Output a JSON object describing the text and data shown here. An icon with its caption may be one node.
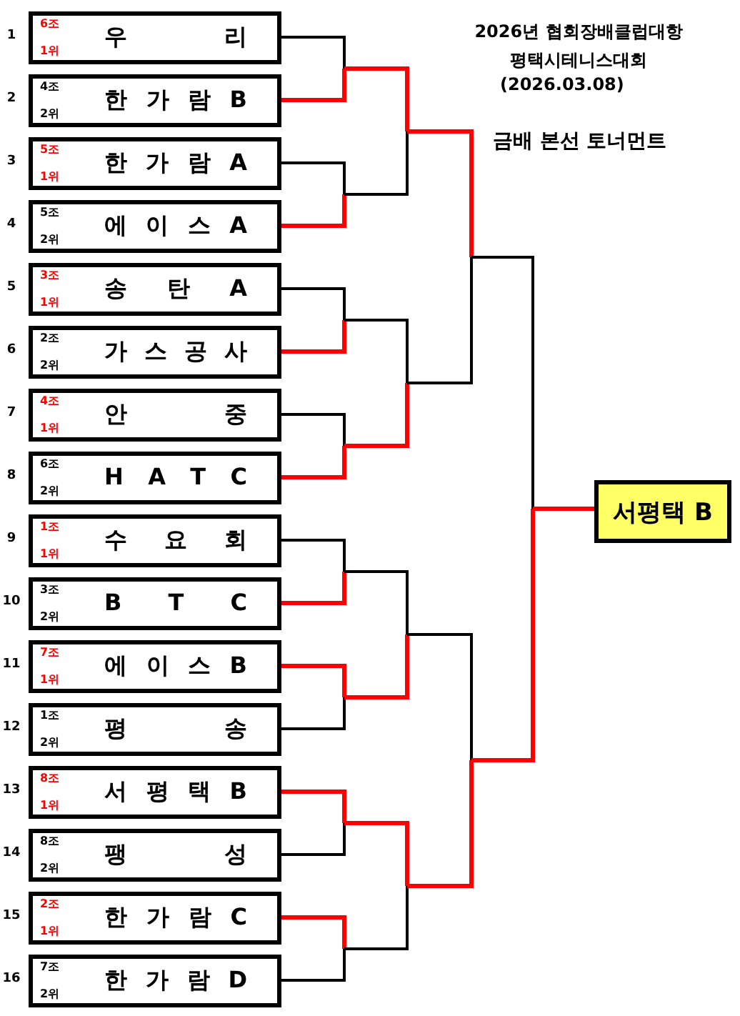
{
  "diagram": {
    "title": "2026년 협회장배클럽대항 평택시테니스대회",
    "nodes": [
      {
        "text": [
          "6조",
          "1위",
          "우 리"
        ],
        "beside": [
          "1"
        ]
      },
      {
        "text": [
          "4조",
          "2위",
          "한 가 람 B"
        ],
        "beside": [
          "2"
        ]
      },
      {
        "text": [
          "5조",
          "1위",
          "한 가 람 A"
        ],
        "beside": [
          "3"
        ]
      },
      {
        "text": [
          "5조",
          "2위",
          "에 이 스 A"
        ],
        "beside": [
          "4"
        ]
      },
      {
        "text": [
          "3조",
          "1위",
          "송 탄 A"
        ],
        "beside": [
          "5"
        ]
      },
      {
        "text": [
          "2조",
          "2위",
          "가 스 공 사"
        ],
        "beside": [
          "6"
        ]
      },
      {
        "text": [
          "4조",
          "1위",
          "안 중"
        ],
        "beside": [
          "7"
        ]
      },
      {
        "text": [
          "6조",
          "2위",
          "H A T C"
        ],
        "beside": [
          "8"
        ]
      },
      {
        "text": [
          "1조",
          "1위",
          "수 요 회"
        ],
        "beside": [
          "9"
        ]
      },
      {
        "text": [
          "3조",
          "2위",
          "B T C"
        ],
        "beside": [
          "10"
        ]
      },
      {
        "text": [
          "7조",
          "1위",
          "에 이 스 B"
        ],
        "beside": [
          "11"
        ]
      },
      {
        "text": [
          "1조",
          "2위",
          "평 송"
        ],
        "beside": [
          "12"
        ]
      },
      {
        "text": [
          "8조",
          "1위",
          "서 평 택 B"
        ],
        "beside": [
          "13"
        ]
      },
      {
        "text": [
          "8조",
          "2위",
          "팽 성"
        ],
        "beside": [
          "14"
        ]
      },
      {
        "text": [
          "2조",
          "1위",
          "한 가 람 C"
        ],
        "beside": [
          "15"
        ]
      },
      {
        "text": [
          "7조",
          "2위",
          "한 가 람 D"
        ],
        "beside": [
          "16"
        ]
      },
      {
        "text": [
          "서평택 B"
        ]
      }
    ],
    "labels": [
      "(2026.03.08)",
      "금배 본선 토너먼트"
    ]
  }
}
